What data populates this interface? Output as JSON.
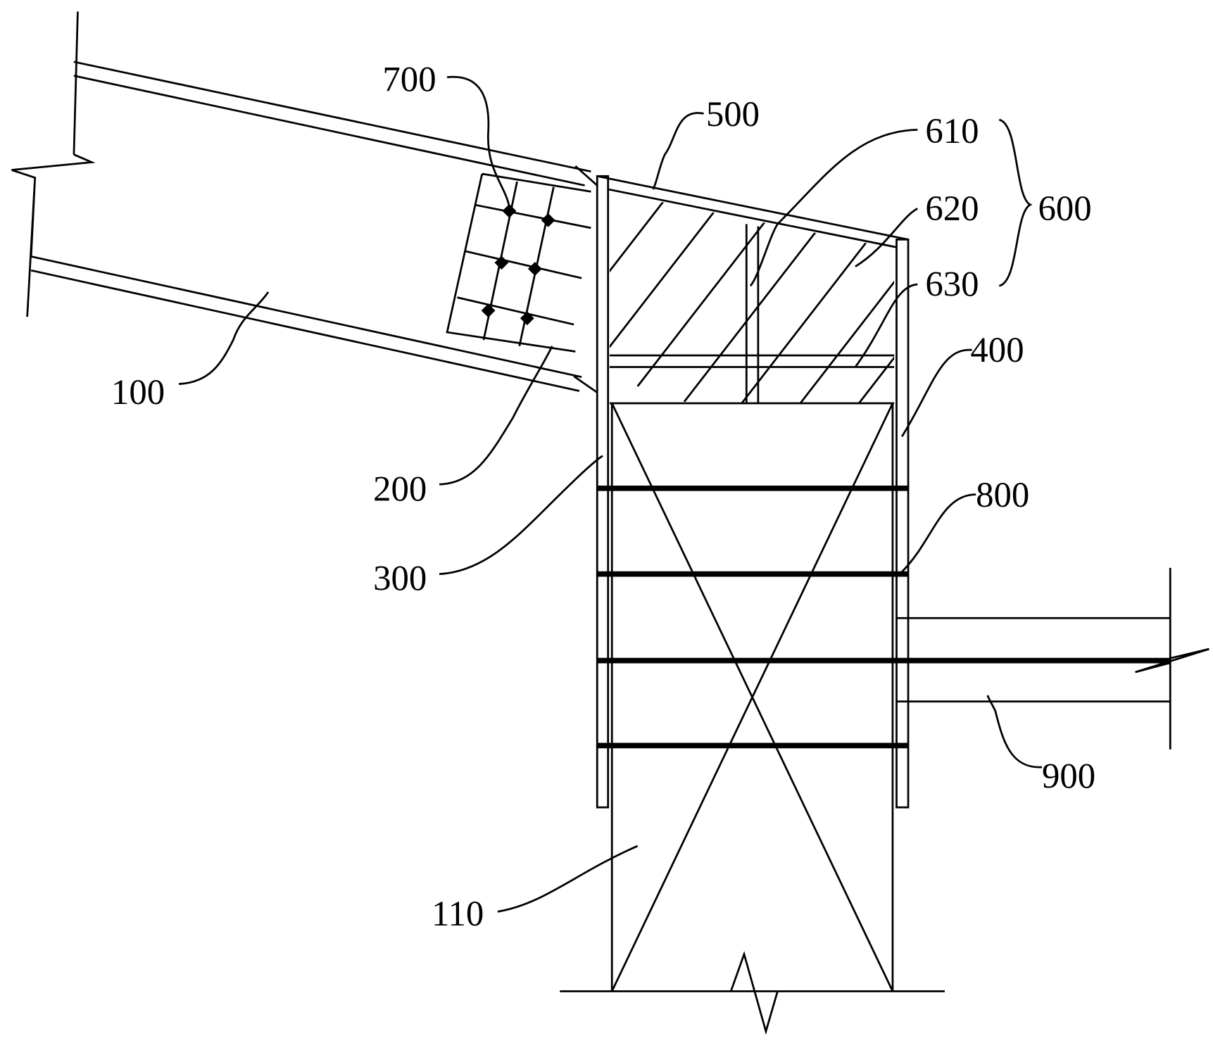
{
  "labels": {
    "l100": "100",
    "l110": "110",
    "l200": "200",
    "l300": "300",
    "l400": "400",
    "l500": "500",
    "l600": "600",
    "l610": "610",
    "l620": "620",
    "l630": "630",
    "l700": "700",
    "l800": "800",
    "l900": "900"
  }
}
